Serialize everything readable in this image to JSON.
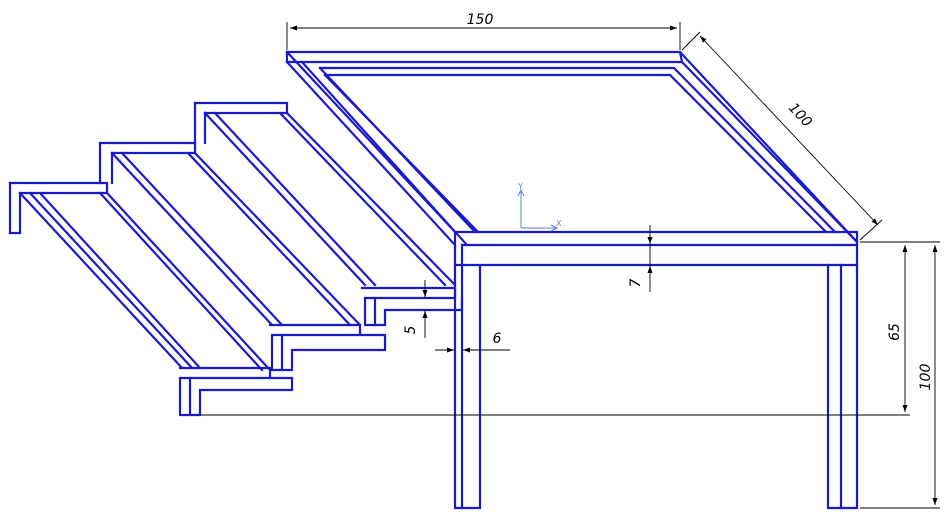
{
  "drawing": {
    "subject": "",
    "line_color": "#1a1acc",
    "dimension_color": "#000000",
    "axis_color": "#5b7fd6"
  },
  "dimensions": {
    "top_width": "150",
    "top_depth": "100",
    "total_height": "100",
    "leg_height": "65",
    "frame_height": "7",
    "step_thickness": "5",
    "leg_width": "6"
  },
  "axis_triad": {
    "y_label": "Y",
    "x_label": "X"
  }
}
